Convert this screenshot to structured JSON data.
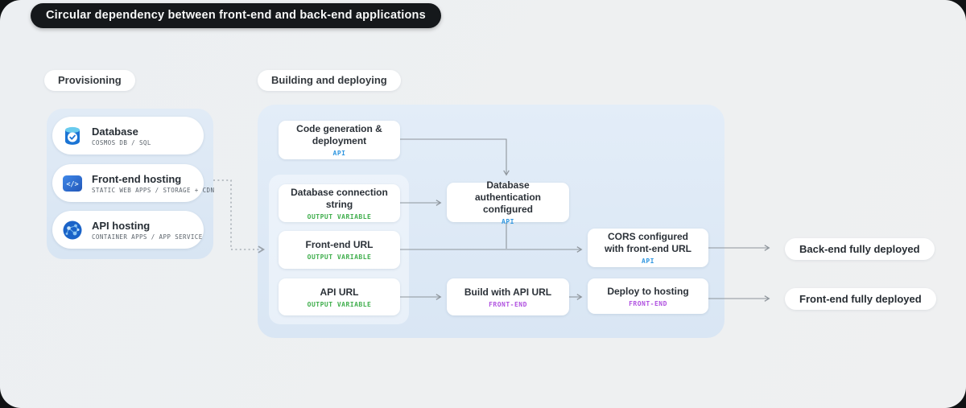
{
  "title": "Circular dependency between front-end and back-end applications",
  "section_labels": {
    "provisioning": "Provisioning",
    "building": "Building and deploying"
  },
  "provisioning": {
    "items": [
      {
        "title": "Database",
        "subtitle": "COSMOS DB / SQL",
        "icon": "database-icon"
      },
      {
        "title": "Front-end hosting",
        "subtitle": "STATIC WEB APPS / STORAGE + CDN",
        "icon": "code-brackets-icon"
      },
      {
        "title": "API hosting",
        "subtitle": "CONTAINER APPS / APP SERVICE",
        "icon": "globe-network-icon"
      }
    ]
  },
  "building": {
    "steps": {
      "code_gen": {
        "title": "Code generation & deployment",
        "tag": "API"
      },
      "db_conn": {
        "title": "Database connection string",
        "tag": "OUTPUT VARIABLE"
      },
      "fe_url": {
        "title": "Front-end URL",
        "tag": "OUTPUT VARIABLE"
      },
      "api_url": {
        "title": "API URL",
        "tag": "OUTPUT VARIABLE"
      },
      "db_auth": {
        "title": "Database authentication configured",
        "tag": "API"
      },
      "build_api": {
        "title": "Build with API URL",
        "tag": "FRONT-END"
      },
      "cors": {
        "title": "CORS configured with front-end URL",
        "tag": "API"
      },
      "deploy": {
        "title": "Deploy to hosting",
        "tag": "FRONT-END"
      }
    }
  },
  "outputs": [
    {
      "label": "Back-end fully deployed"
    },
    {
      "label": "Front-end fully deployed"
    }
  ],
  "tag_colors": {
    "API": "#2e96e0",
    "OUTPUT VARIABLE": "#3fae4c",
    "FRONT-END": "#b052e0"
  },
  "colors": {
    "canvas_bg": "#eef0f1",
    "title_pill_bg": "#15181b",
    "panel_blue": "#dce8f4",
    "card_bg": "#ffffff",
    "arrow": "#8e959c",
    "icon_blue": "#1b6fd2"
  }
}
